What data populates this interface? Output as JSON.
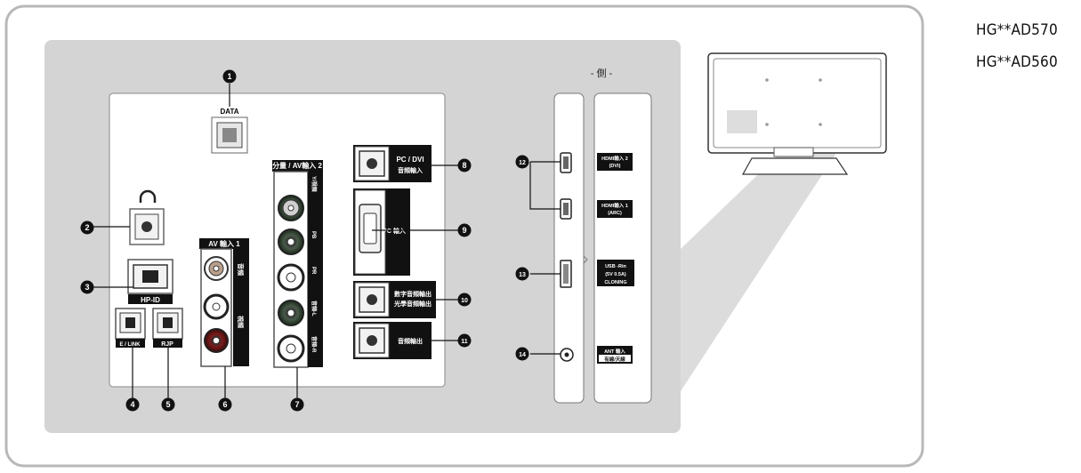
{
  "models": [
    "HG**AD570",
    "HG**AD560"
  ],
  "side_label": "- 側 -",
  "callouts": [
    "1",
    "2",
    "3",
    "4",
    "5",
    "6",
    "7",
    "8",
    "9",
    "10",
    "11",
    "12",
    "13",
    "14"
  ],
  "labels": {
    "data": "DATA",
    "hp_id": "HP-ID",
    "rj_left": "E / LINK",
    "rjp": "RJP",
    "av_in_1": "AV 輸入 1",
    "av_in_1_audio": "音頻",
    "av_in_1_video": "視頻",
    "component_av_in_2": "分量 / AV輸入 2",
    "component_parts": [
      "Y/視頻",
      "PB",
      "PR",
      "音頻-L",
      "音頻-R"
    ],
    "pc_dvi": "PC / DVI",
    "pc_dvi_sub": "音頻輸入",
    "pc_in": "PC 輸入",
    "digital_audio_1": "數字音頻輸出",
    "digital_audio_2": "光學音頻輸出",
    "audio_out": "音頻輸出",
    "hdmi_2": "HDMI輸入 2",
    "hdmi_2_sub": "(DVI)",
    "hdmi_1": "HDMI輸入 1",
    "hdmi_1_sub": "(ARC)",
    "usb_1": "USB -Rin",
    "usb_2": "(5V 0.5A)",
    "usb_3": "CLONING",
    "ant_in": "ANT 輸入",
    "ant_sub": "有線/天線"
  },
  "colors": {
    "panel_gray": "#d4d4d4",
    "frame_border": "#b8b8b8",
    "label_black": "#111111",
    "port_red": "#7a1b1b",
    "port_green": "#2f4f2f"
  },
  "icons": [
    "headphone-icon",
    "rj45-port-icon",
    "vga-port-icon",
    "hdmi-port-icon",
    "usb-port-icon",
    "coax-port-icon",
    "rca-jack-icon",
    "tv-back-outline-icon"
  ]
}
